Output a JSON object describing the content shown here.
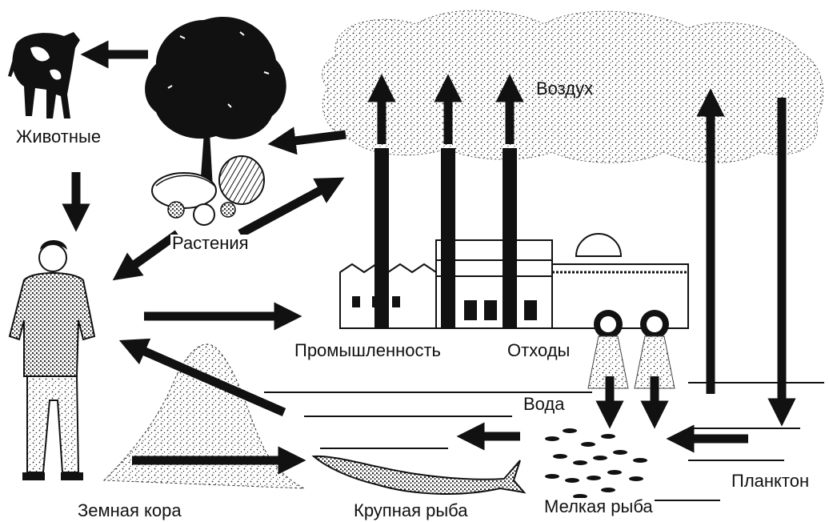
{
  "labels": {
    "animals": "Животные",
    "plants": "Растения",
    "air": "Воздух",
    "industry": "Промышленность",
    "waste": "Отходы",
    "water": "Вода",
    "plankton": "Планктон",
    "small_fish": "Мелкая рыба",
    "big_fish": "Крупная рыба",
    "earth_crust": "Земная кора"
  },
  "colors": {
    "ink": "#111111",
    "paper": "#ffffff"
  }
}
